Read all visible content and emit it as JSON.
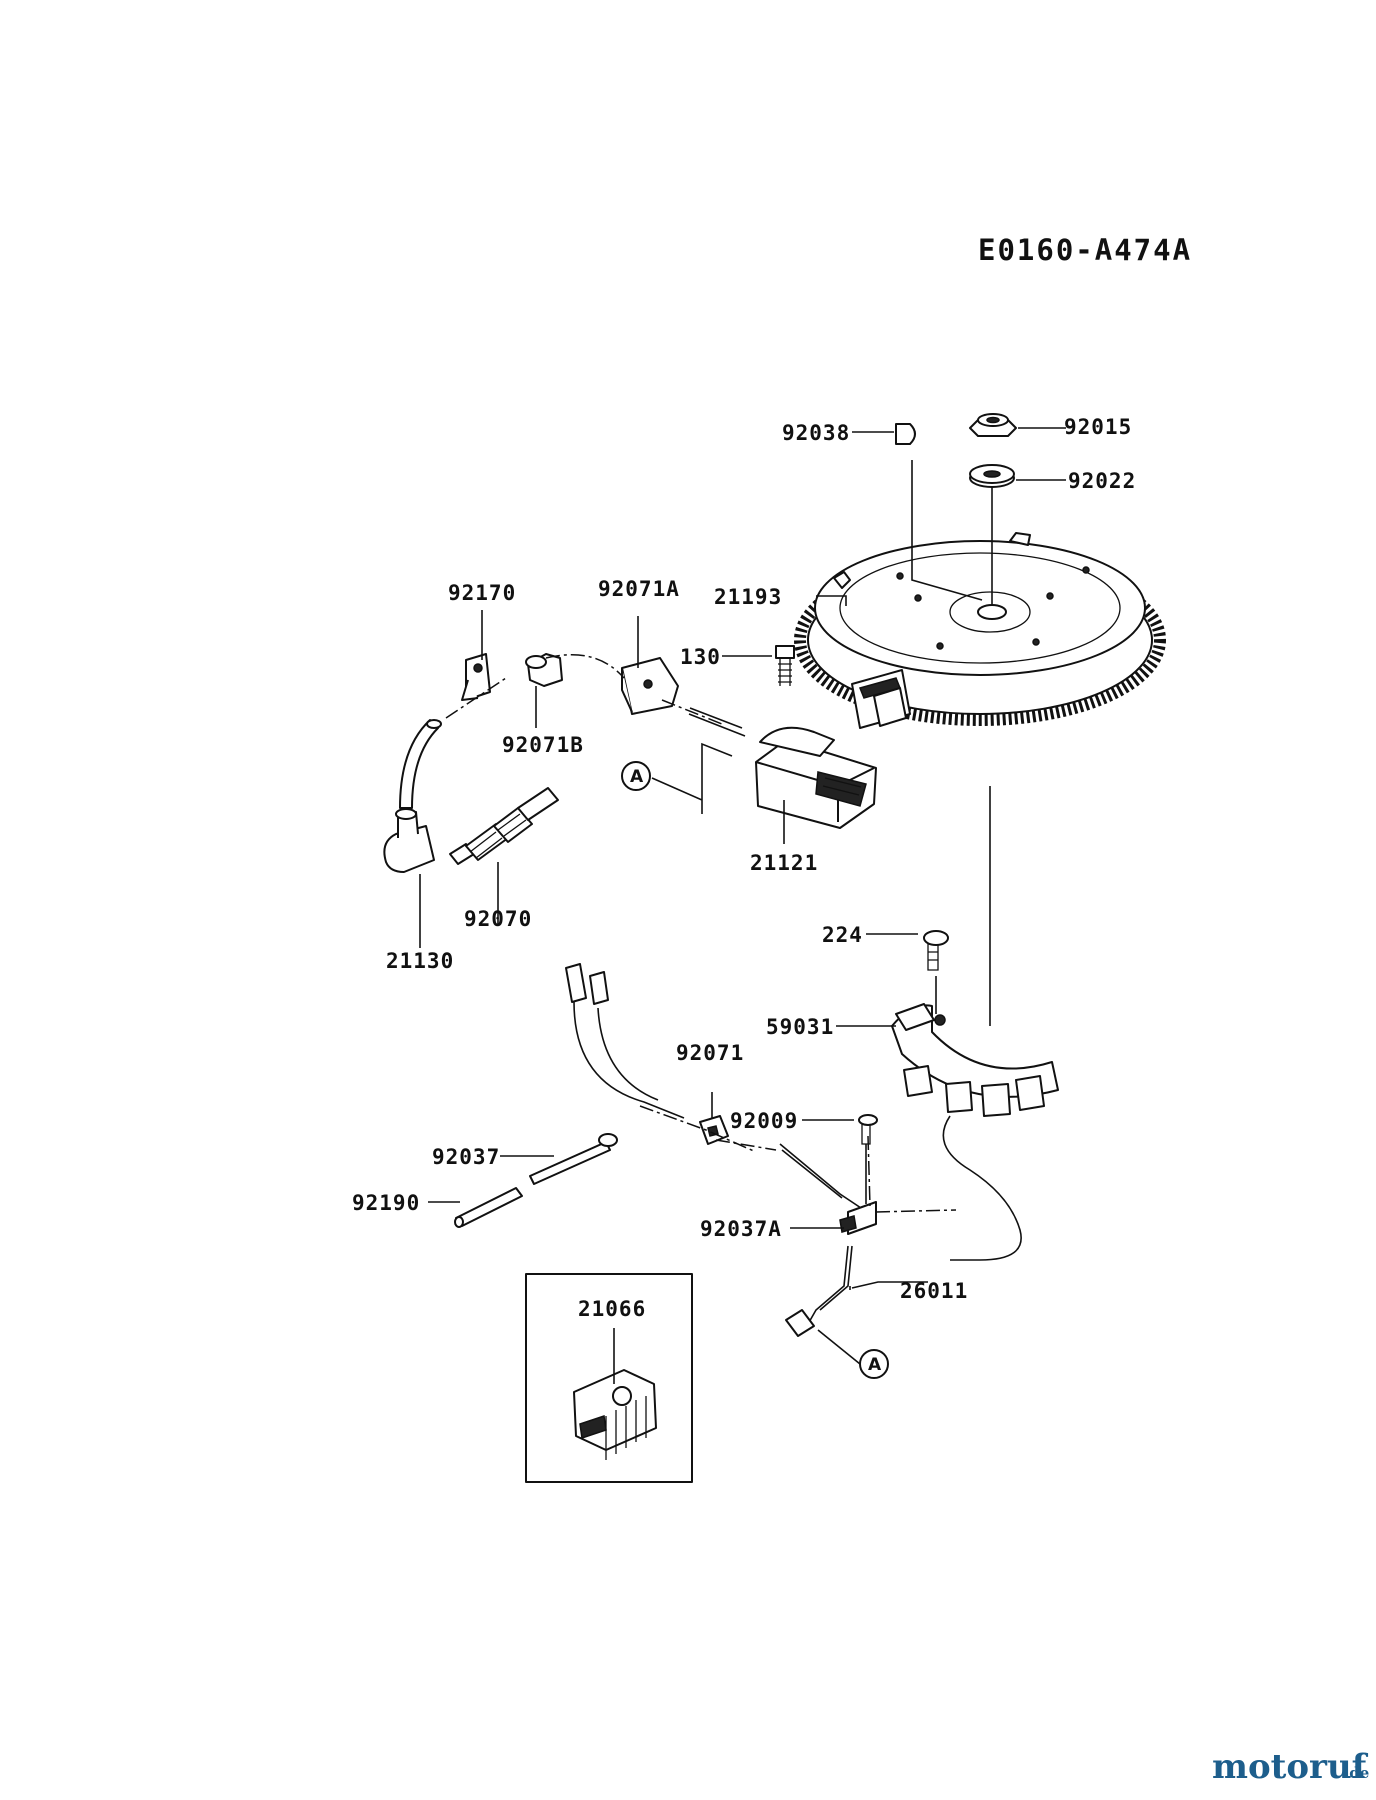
{
  "diagram_code": "E0160-A474A",
  "callouts": [
    {
      "id": "c92038",
      "text": "92038"
    },
    {
      "id": "c92015",
      "text": "92015"
    },
    {
      "id": "c92022",
      "text": "92022"
    },
    {
      "id": "c21193",
      "text": "21193"
    },
    {
      "id": "c92170",
      "text": "92170"
    },
    {
      "id": "c92071A",
      "text": "92071A"
    },
    {
      "id": "c130",
      "text": "130"
    },
    {
      "id": "c92071B",
      "text": "92071B"
    },
    {
      "id": "c21121",
      "text": "21121"
    },
    {
      "id": "c92070",
      "text": "92070"
    },
    {
      "id": "c21130",
      "text": "21130"
    },
    {
      "id": "c224",
      "text": "224"
    },
    {
      "id": "c59031",
      "text": "59031"
    },
    {
      "id": "c92071",
      "text": "92071"
    },
    {
      "id": "c92009",
      "text": "92009"
    },
    {
      "id": "c92037",
      "text": "92037"
    },
    {
      "id": "c92190",
      "text": "92190"
    },
    {
      "id": "c92037A",
      "text": "92037A"
    },
    {
      "id": "c26011",
      "text": "26011"
    },
    {
      "id": "c21066",
      "text": "21066"
    }
  ],
  "references": [
    {
      "id": "refA1",
      "text": "A"
    },
    {
      "id": "refA2",
      "text": "A"
    }
  ],
  "watermark": {
    "main": "motoruf",
    "suffix": ".de"
  }
}
